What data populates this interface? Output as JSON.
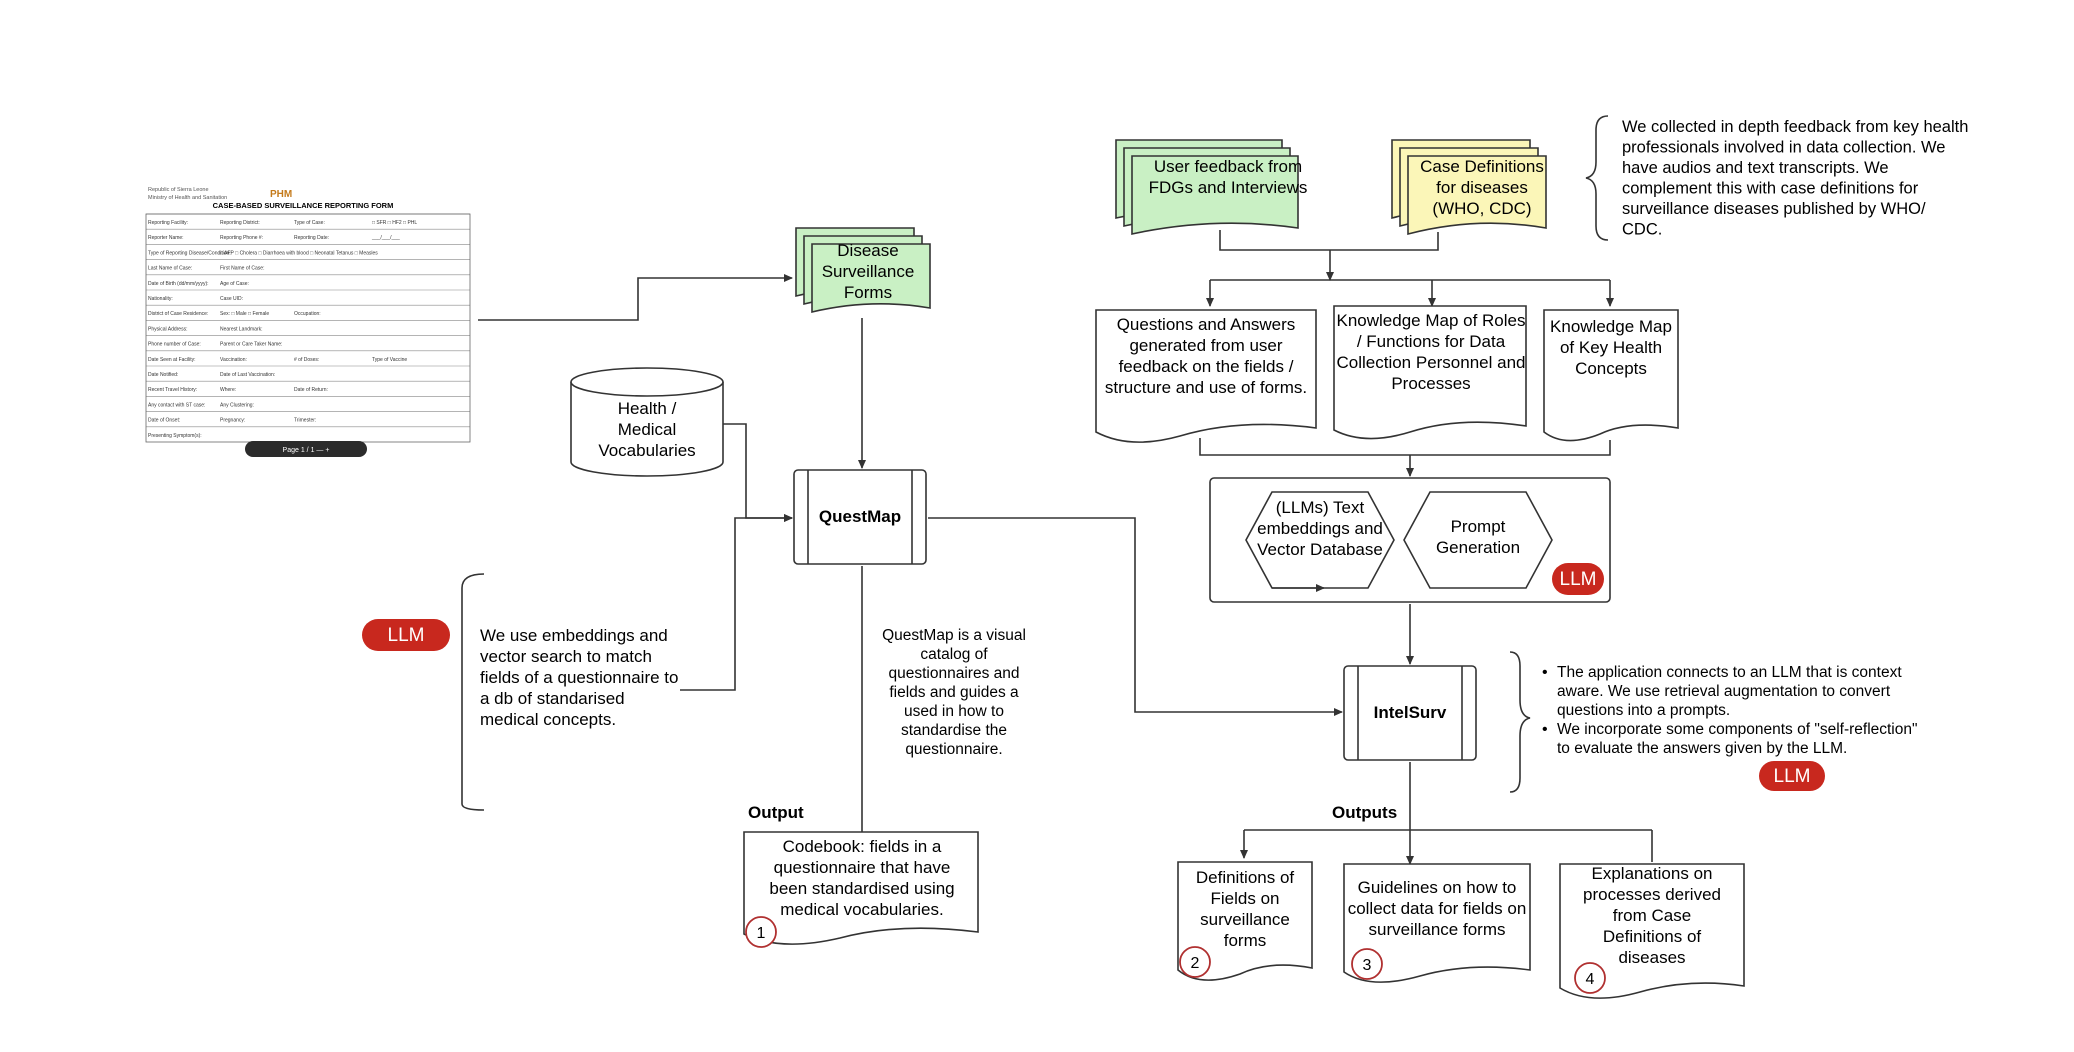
{
  "form": {
    "header_left": [
      "Republic of Sierra Leone",
      "Ministry of Health and Sanitation"
    ],
    "logo_text": "PHM",
    "title": "CASE-BASED SURVEILLANCE REPORTING FORM",
    "fields": [
      [
        "Reporting Facility:",
        "Reporting District:",
        "Type of Case:",
        "□ SFR  □ HF2  □ PHL"
      ],
      [
        "Reporter Name:",
        "Reporting Phone #:",
        "Reporting Date:",
        "___/___/___"
      ],
      [
        "Type of Reporting Disease/Condition:",
        "□ AFP  □ Cholera  □ Diarrhoea with blood  □ Neonatal Tetanus  □ Measles",
        "",
        ""
      ],
      [
        "Last Name of Case:",
        "First Name of Case:",
        "",
        ""
      ],
      [
        "Date of Birth (dd/mm/yyyy):",
        "Age of Case:",
        "",
        ""
      ],
      [
        "Nationality:",
        "Case UID:",
        "",
        ""
      ],
      [
        "District of Case Residence:",
        "Sex:  □ Male  □ Female",
        "Occupation:",
        ""
      ],
      [
        "Physical Address:",
        "Nearest Landmark:",
        "",
        ""
      ],
      [
        "Phone number of Case:",
        "Parent or Care Taker Name:",
        "",
        ""
      ],
      [
        "Date Seen at Facility:",
        "Vaccination:",
        "# of Doses:",
        "Type of Vaccine"
      ],
      [
        "Date Notified:",
        "Date of Last Vaccination:",
        "",
        ""
      ],
      [
        "Recent Travel History:",
        "Where:",
        "Date of Return:",
        ""
      ],
      [
        "Any contact with ST case:",
        "Any Clustering:",
        "",
        ""
      ],
      [
        "Date of Onset:",
        "Pregnancy:",
        "Trimester:",
        ""
      ],
      [
        "Presenting Symptom(s):",
        "",
        "",
        ""
      ]
    ],
    "viewer_bar": "Page  1 / 1   —  +"
  },
  "nodes": {
    "disease_forms": "Disease Surveillance Forms",
    "health_vocab": "Health / Medical Vocabularies",
    "questmap": "QuestMap",
    "user_feedback": "User feedback from FDGs and Interviews",
    "case_definitions": "Case Definitions for diseases (WHO, CDC)",
    "qa_generated": "Questions and Answers generated from user feedback on the fields / structure and use of forms.",
    "knowledge_roles": "Knowledge Map of Roles / Functions for Data Collection Personnel and Processes",
    "knowledge_health": "Knowledge Map of Key Health Concepts",
    "embeddings": "(LLMs) Text embeddings and Vector Database",
    "prompt_gen": "Prompt Generation",
    "intelsurv": "IntelSurv",
    "codebook": "Codebook: fields in a questionnaire that have been standardised using medical vocabularies.",
    "out_definitions": "Definitions of Fields on surveillance forms",
    "out_guidelines": "Guidelines on how to collect data for fields on surveillance forms",
    "out_explanations": "Explanations on processes  derived from Case Definitions of diseases"
  },
  "labels": {
    "output": "Output",
    "outputs": "Outputs",
    "llm": "LLM",
    "numbers": [
      "1",
      "2",
      "3",
      "4"
    ]
  },
  "notes": {
    "feedback": "We collected in depth feedback from key health professionals involved in data collection. We have audios and text transcripts.  We complement this with case definitions for surveillance diseases published by WHO/ CDC.",
    "embeddings": "We use embeddings and vector search to match fields of a questionnaire to a db of standarised medical concepts.",
    "questmap": "QuestMap is a visual catalog of questionnaires and fields and guides a used in how to standardise the questionnaire.",
    "intelsurv": [
      "The application connects to an LLM that is context aware. We use retrieval augmentation to convert questions into a prompts.",
      "We incorporate some components of \"self-reflection\" to evaluate the answers given by the LLM."
    ]
  },
  "colors": {
    "green_doc": "#c9f0c4",
    "yellow_doc": "#fbf6b8",
    "llm_badge": "#c8281e",
    "number_circle": "#b03030",
    "line": "#333333"
  }
}
